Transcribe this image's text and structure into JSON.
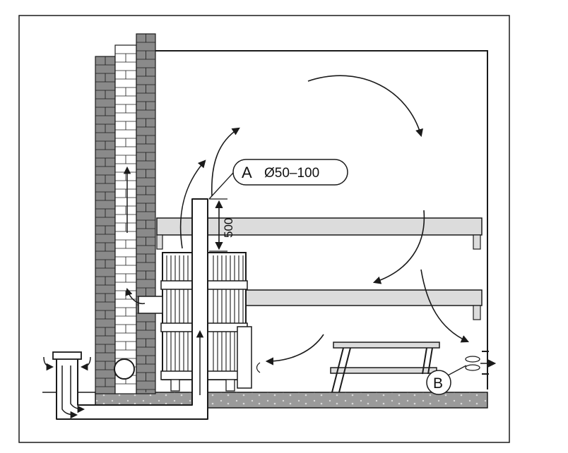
{
  "diagram": {
    "callout_a": {
      "letter": "A",
      "text": "Ø50–100"
    },
    "dimension": {
      "value": "500"
    },
    "callout_b": {
      "letter": "B"
    }
  },
  "colors": {
    "line": "#1a1a1a",
    "brick_dark": "#8a8a8a",
    "floor": "#9a9a9a",
    "bench": "#dcdcdc"
  }
}
